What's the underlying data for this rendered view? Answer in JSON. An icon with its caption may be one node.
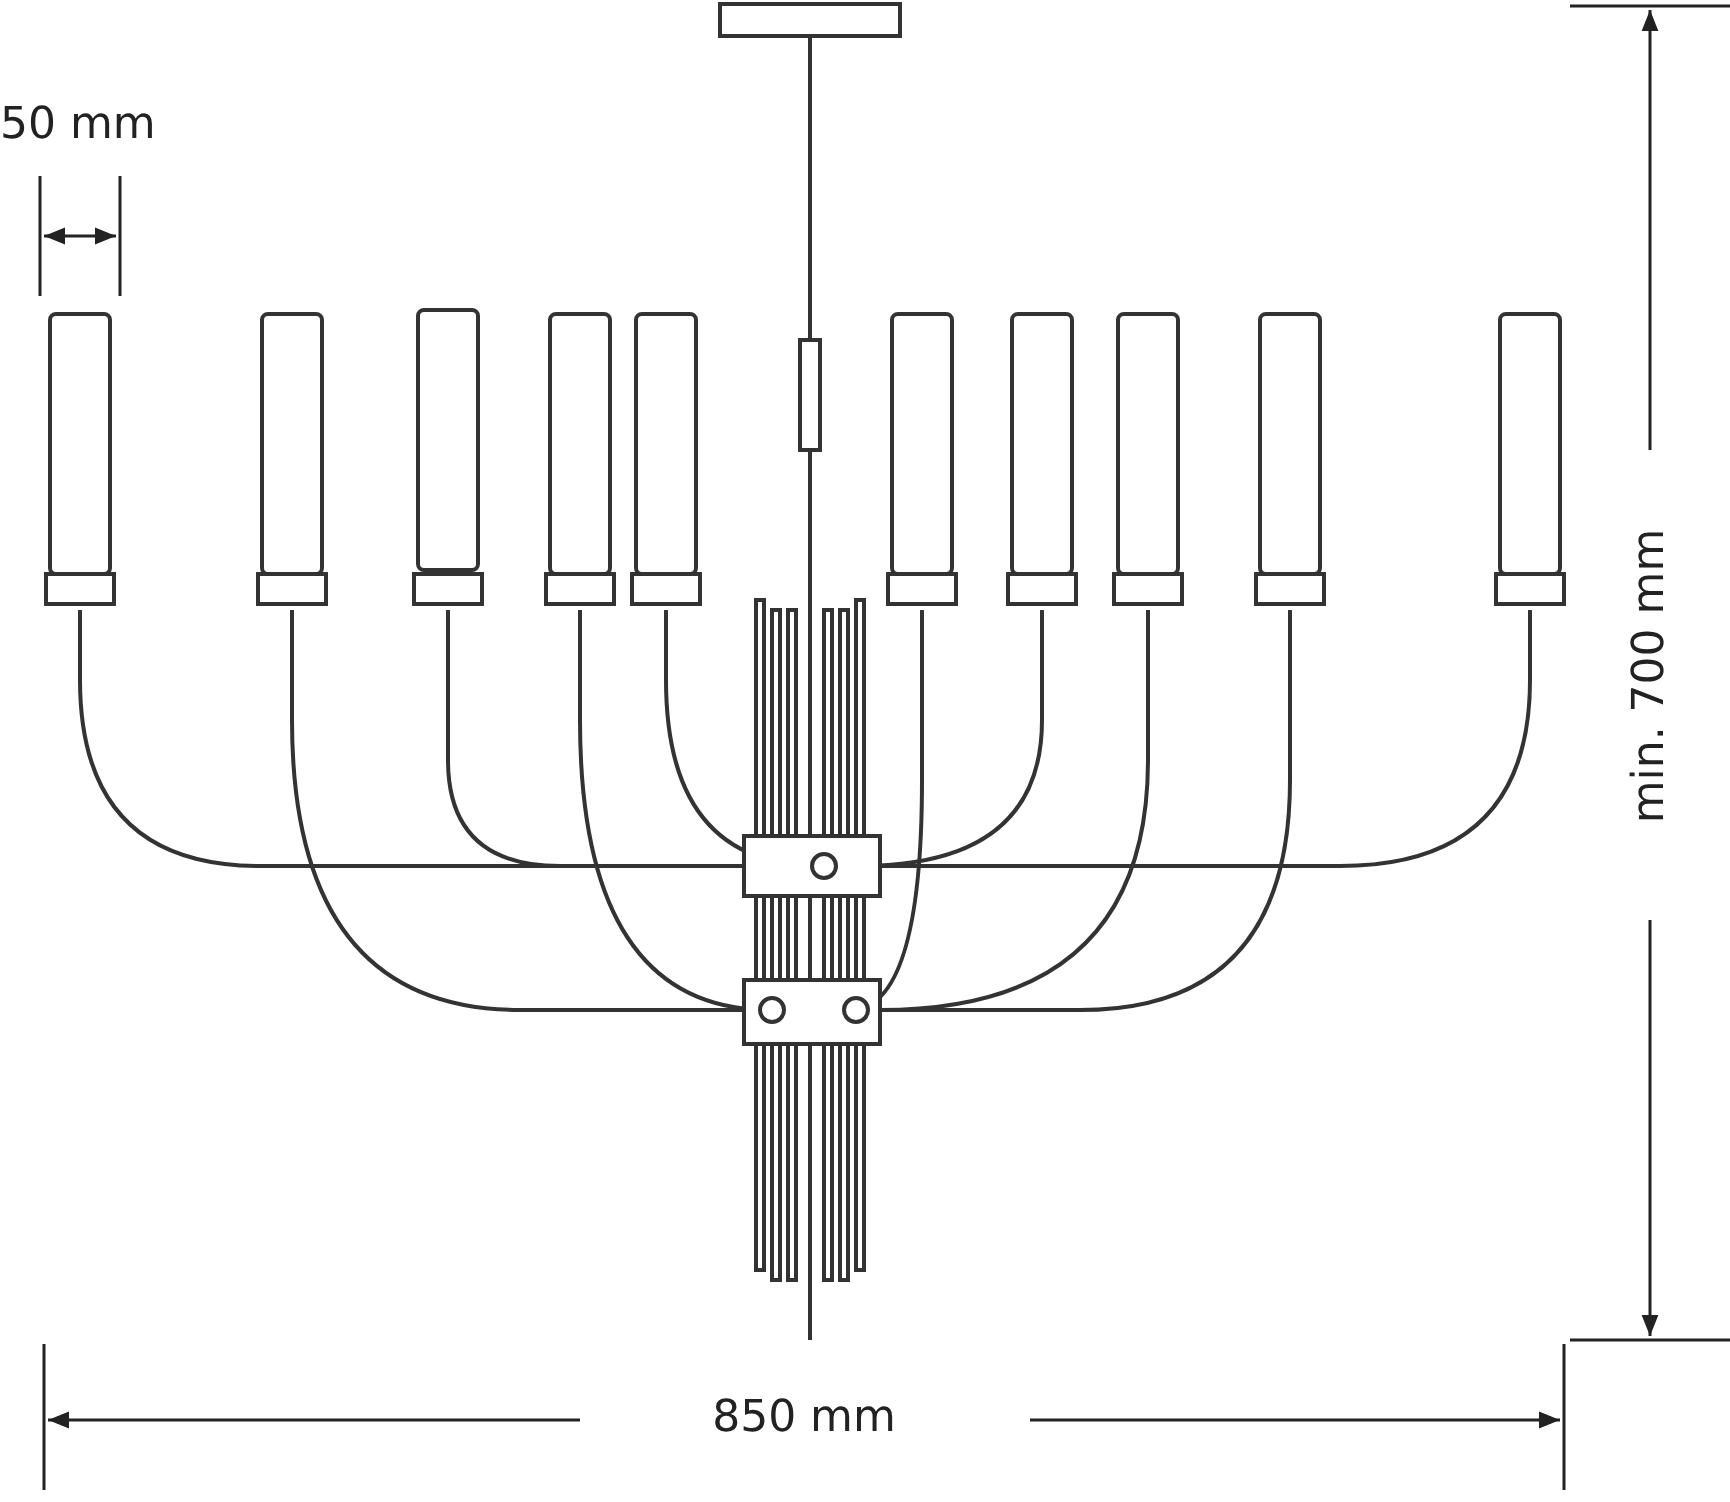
{
  "diagram": {
    "labels": [
      "50 mm",
      "min. 700 mm",
      "850 mm"
    ]
  }
}
